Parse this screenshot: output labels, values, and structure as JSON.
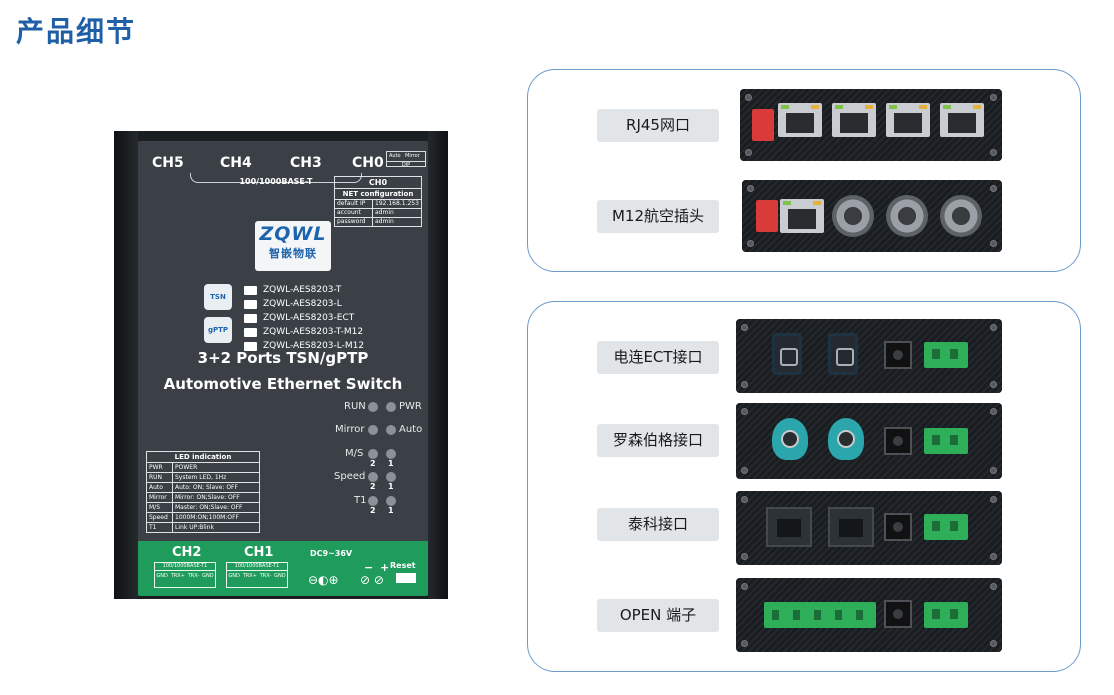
{
  "page_title": "产品细节",
  "device": {
    "channels_top": [
      "CH5",
      "CH4",
      "CH3",
      "CH0"
    ],
    "speed_label": "100/1000BASE-T",
    "dip": {
      "auto": "Auto",
      "mirror": "Mirror",
      "label": "DIP"
    },
    "net_table": {
      "header": "CH0",
      "subheader": "NET configuration",
      "rows": [
        {
          "key": "default IP",
          "value": "192.168.1.253"
        },
        {
          "key": "account",
          "value": "admin"
        },
        {
          "key": "password",
          "value": "admin"
        }
      ]
    },
    "logo_en": "ZQWL",
    "logo_cn": "智嵌物联",
    "badges": [
      "TSN",
      "gPTP"
    ],
    "models": [
      "ZQWL-AES8203-T",
      "ZQWL-AES8203-L",
      "ZQWL-AES8203-ECT",
      "ZQWL-AES8203-T-M12",
      "ZQWL-AES8203-L-M12"
    ],
    "title_line1": "3+2 Ports TSN/gPTP",
    "title_line2": "Automotive Ethernet Switch",
    "leds": {
      "run": "RUN",
      "pwr": "PWR",
      "mirror": "Mirror",
      "auto": "Auto",
      "ms": "M/S",
      "speed": "Speed",
      "t1": "T1",
      "n2": "2",
      "n1": "1"
    },
    "led_table": {
      "header": "LED indication",
      "rows": [
        {
          "key": "PWR",
          "value": "POWER"
        },
        {
          "key": "RUN",
          "value": "System LED, 1Hz"
        },
        {
          "key": "Auto",
          "value": "Auto: ON; Slave: OFF"
        },
        {
          "key": "Mirror",
          "value": "Mirror: ON;Slave: OFF"
        },
        {
          "key": "M/S",
          "value": "Master: ON;Slave: OFF"
        },
        {
          "key": "Speed",
          "value": "1000M:ON;100M:OFF"
        },
        {
          "key": "T1",
          "value": "Link UP:Blink"
        }
      ]
    },
    "bottom": {
      "ch2": "CH2",
      "ch1": "CH1",
      "t1_label": "100/1000BASE-T1",
      "pins": [
        "GND",
        "TRX+",
        "TRX-",
        "GND"
      ],
      "dc": "DC9~36V",
      "minus": "−",
      "plus": "+",
      "reset": "Reset",
      "polarity": "⊖◐⊕",
      "screws": "⊘ ⊘"
    }
  },
  "panel_a": {
    "items": [
      {
        "label": "RJ45网口"
      },
      {
        "label": "M12航空插头"
      }
    ]
  },
  "panel_b": {
    "items": [
      {
        "label": "电连ECT接口"
      },
      {
        "label": "罗森伯格接口"
      },
      {
        "label": "泰科接口"
      },
      {
        "label": "OPEN 端子"
      }
    ]
  }
}
